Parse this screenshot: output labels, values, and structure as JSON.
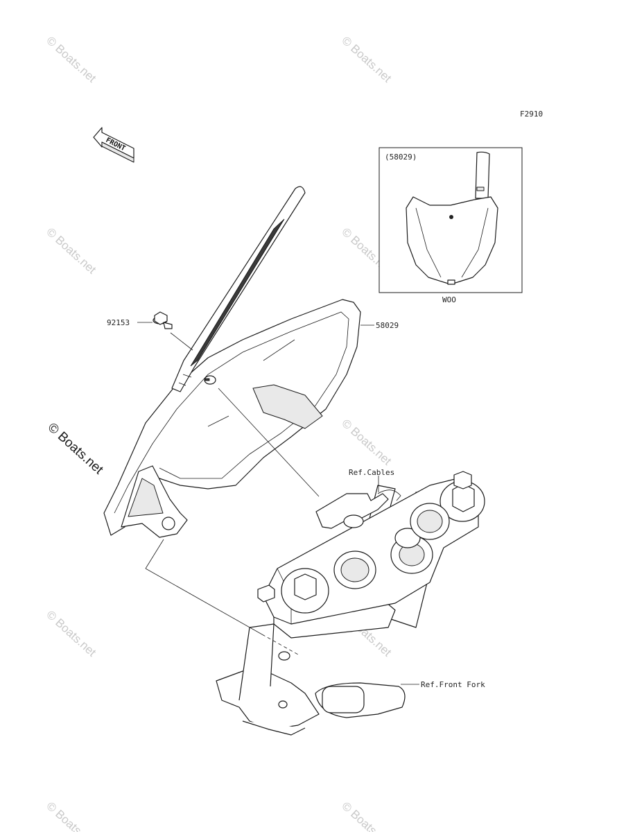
{
  "figure_code": "F2910",
  "front_label": "FRONT",
  "inset": {
    "part_ref": "(58029)",
    "variant": "WOO"
  },
  "callouts": {
    "bolt": "92153",
    "number_plate": "58029",
    "ref_cables": "Ref.Cables",
    "ref_front_fork": "Ref.Front Fork"
  },
  "watermark": "© Boats.net"
}
